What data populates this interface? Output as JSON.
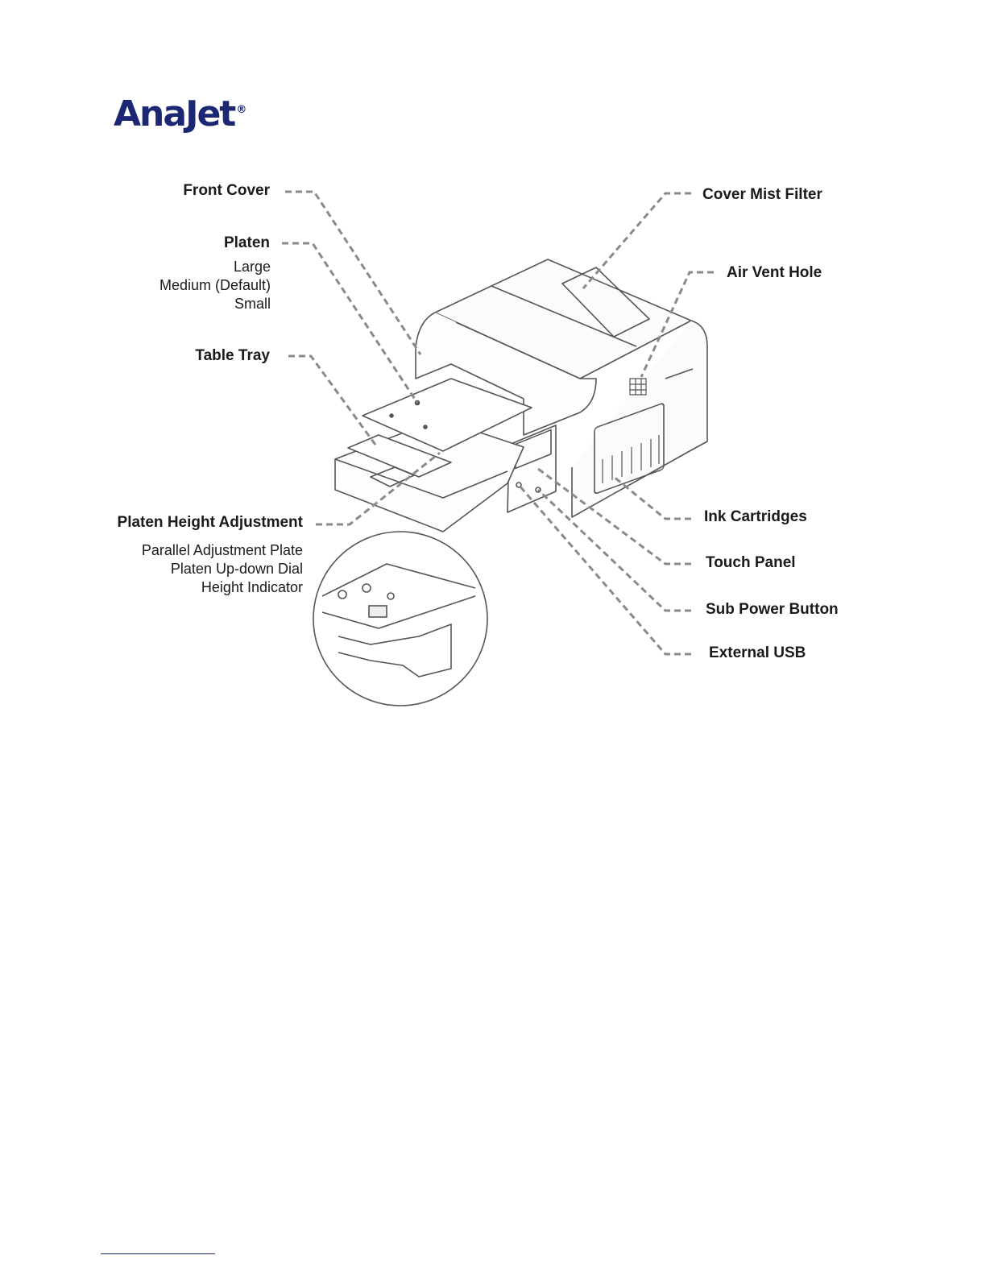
{
  "brand": {
    "name": "AnaJet",
    "registered_mark": "®",
    "color": "#1c2773"
  },
  "callouts": {
    "front_cover": "Front Cover",
    "platen": "Platen",
    "platen_options": [
      "Large",
      "Medium (Default)",
      "Small"
    ],
    "table_tray": "Table Tray",
    "platen_height_adjustment": "Platen Height Adjustment",
    "platen_height_parts": [
      "Parallel Adjustment Plate",
      "Platen Up-down Dial",
      "Height Indicator"
    ],
    "cover_mist_filter": "Cover Mist Filter",
    "air_vent_hole": "Air Vent Hole",
    "ink_cartridges": "Ink Cartridges",
    "touch_panel": "Touch Panel",
    "sub_power_button": "Sub Power Button",
    "external_usb": "External USB"
  },
  "colors": {
    "leader_line": "#8a8a8a",
    "drawing": "#555555",
    "footer_line": "#1c2773"
  }
}
